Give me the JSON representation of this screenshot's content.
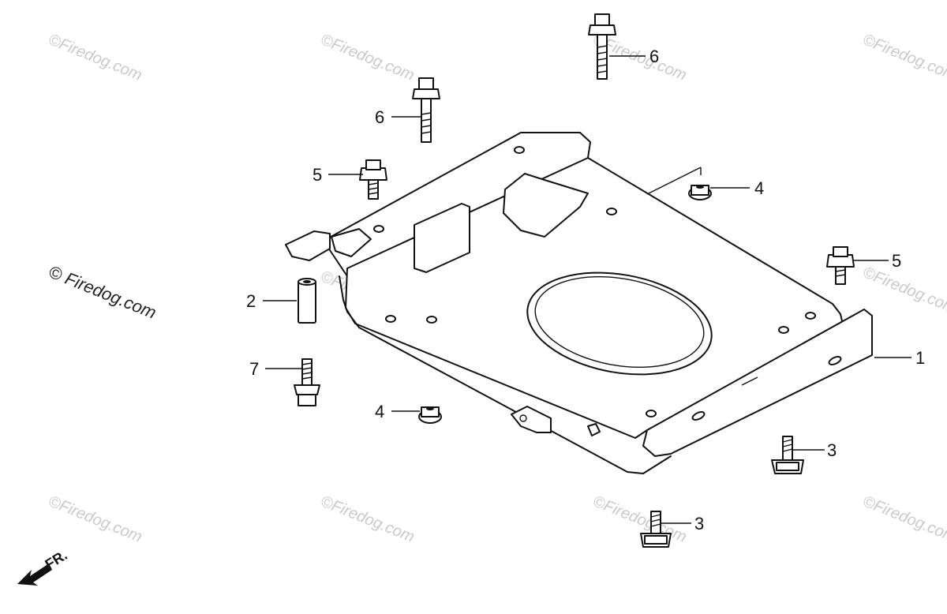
{
  "callouts": {
    "c1": "1",
    "c2": "2",
    "c3a": "3",
    "c3b": "3",
    "c4a": "4",
    "c4b": "4",
    "c5a": "5",
    "c5b": "5",
    "c6a": "6",
    "c6b": "6",
    "c7": "7"
  },
  "watermark": {
    "text": "©Firedog.com",
    "center_text": "© Firedog.com"
  },
  "direction": {
    "label": "FR."
  }
}
